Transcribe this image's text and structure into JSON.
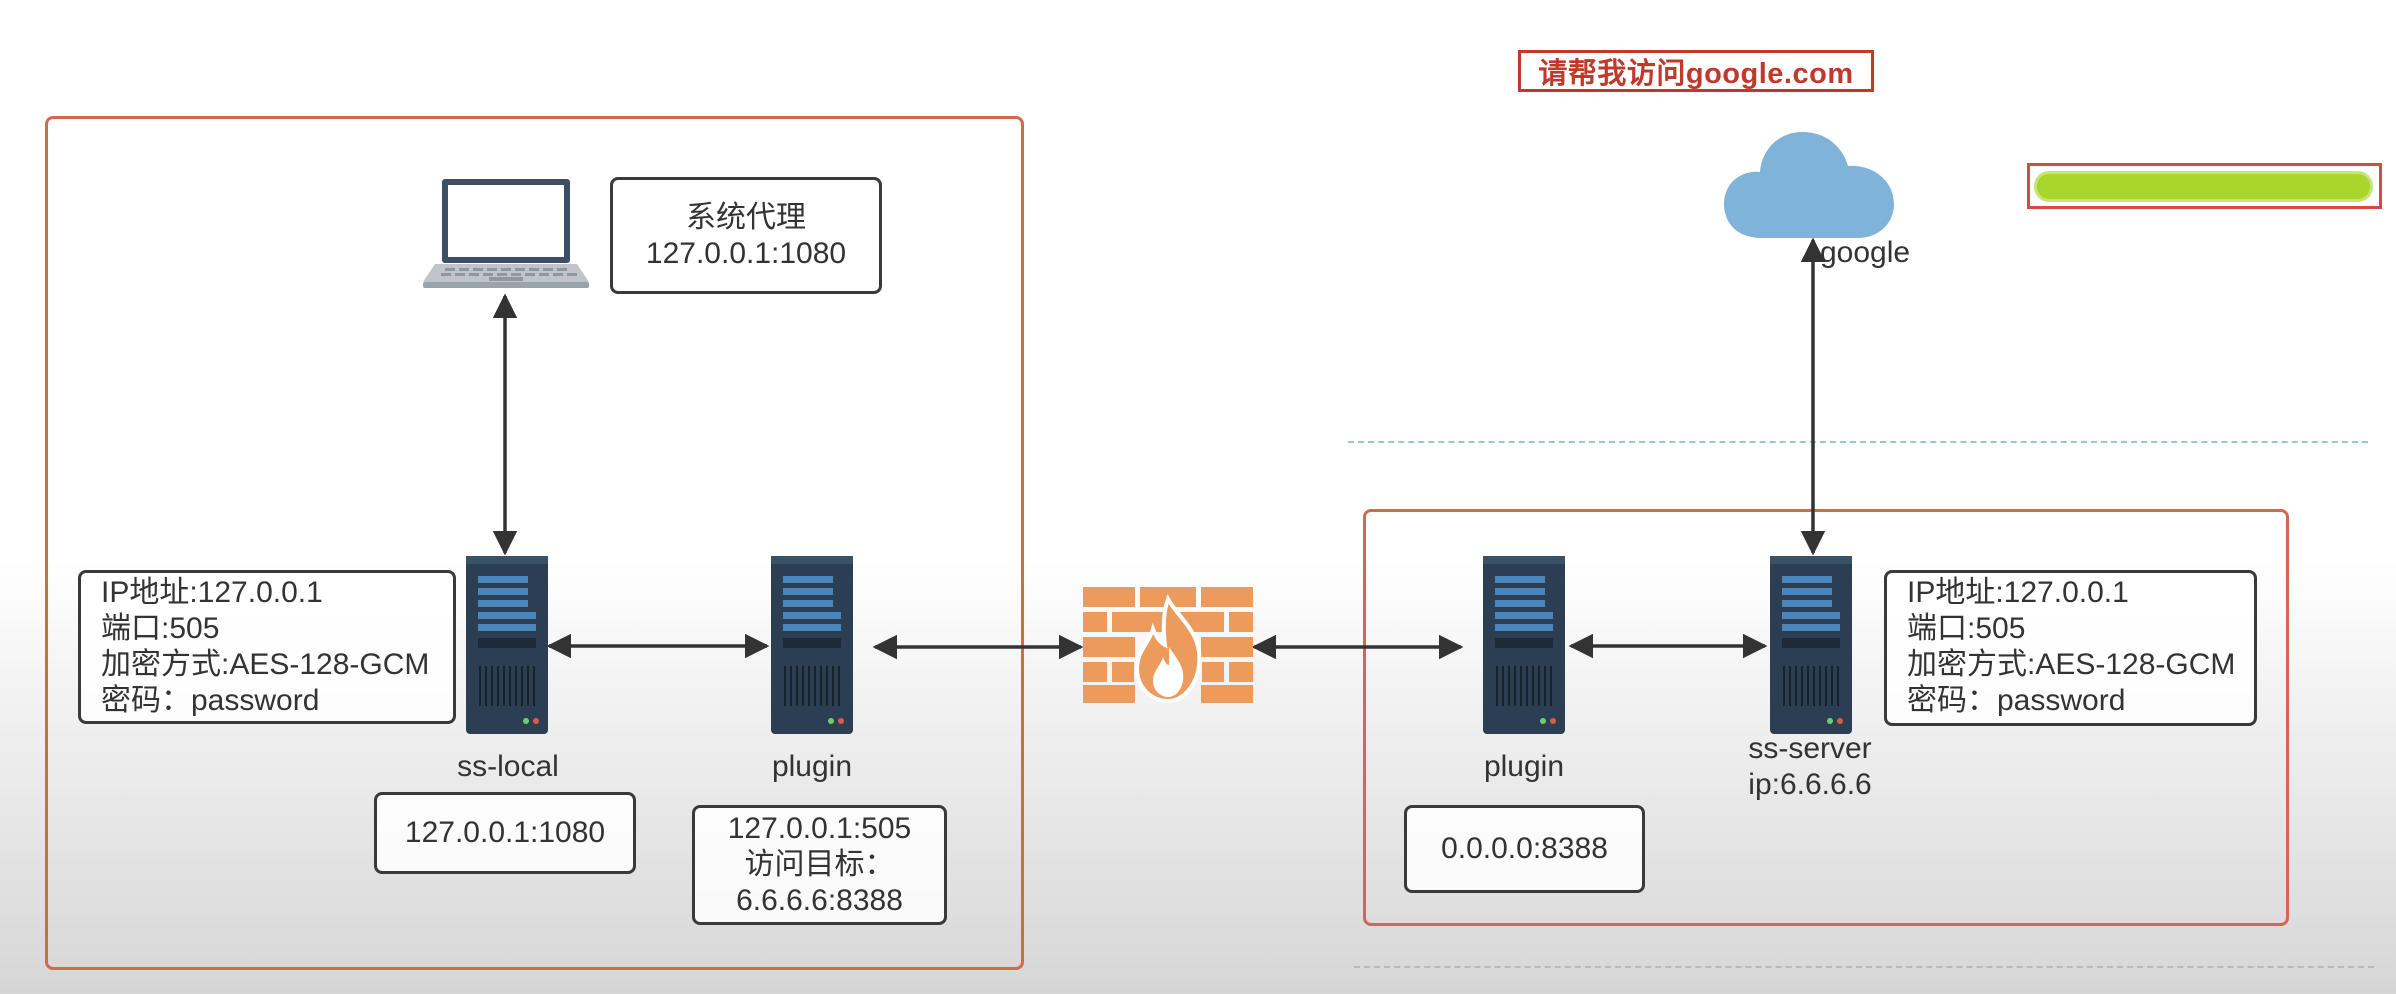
{
  "request_tag": "请帮我访问google.com",
  "cloud": {
    "label": "google"
  },
  "client": {
    "system_proxy": {
      "line1": "系统代理",
      "line2": "127.0.0.1:1080"
    },
    "config": [
      "IP地址:127.0.0.1",
      "端口:505",
      "加密方式:AES-128-GCM",
      "密码：password"
    ],
    "ss_local": {
      "label": "ss-local",
      "listen": "127.0.0.1:1080"
    },
    "plugin": {
      "label": "plugin",
      "line1": "127.0.0.1:505",
      "line2": "访问目标：",
      "line3": "6.6.6.6:8388"
    }
  },
  "server": {
    "plugin": {
      "label": "plugin",
      "listen": "0.0.0.0:8388"
    },
    "ss_server": {
      "label": "ss-server",
      "ip": "ip:6.6.6.6"
    },
    "config": [
      "IP地址:127.0.0.1",
      "端口:505",
      "加密方式:AES-128-GCM",
      "密码：password"
    ]
  },
  "colors": {
    "region_border": "#d2694f",
    "firewall": "#ec9b5c",
    "cloud": "#7fb3d9",
    "server_body": "#2c3f52",
    "server_slot": "#4a86bb",
    "highlight": "#a8d62b"
  }
}
